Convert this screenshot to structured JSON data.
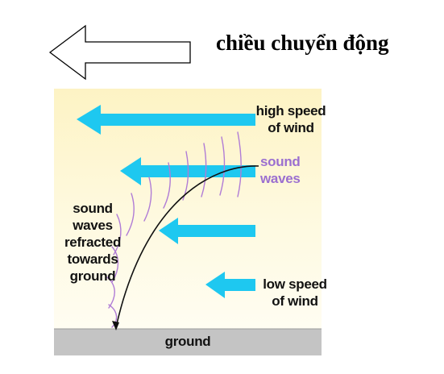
{
  "header": {
    "direction_label": "chiều chuyển động",
    "direction_arrow_icon": "left-hollow-arrow-icon"
  },
  "diagram": {
    "labels": {
      "high_speed_line1": "high speed",
      "high_speed_line2": "of wind",
      "sound_line1": "sound",
      "sound_line2": "waves",
      "refracted_line1": "sound waves",
      "refracted_line2": "refracted",
      "refracted_line3": "towards",
      "refracted_line4": "ground",
      "low_speed_line1": "low speed",
      "low_speed_line2": "of wind",
      "ground": "ground"
    },
    "colors": {
      "wind_arrow": "#1ec8f0",
      "sound_wave": "#b07cd6",
      "sound_label": "#9b6fd0",
      "ground": "#c4c4c4",
      "background_top": "#fdf3c4",
      "background_bottom": "#fffdf0"
    }
  }
}
